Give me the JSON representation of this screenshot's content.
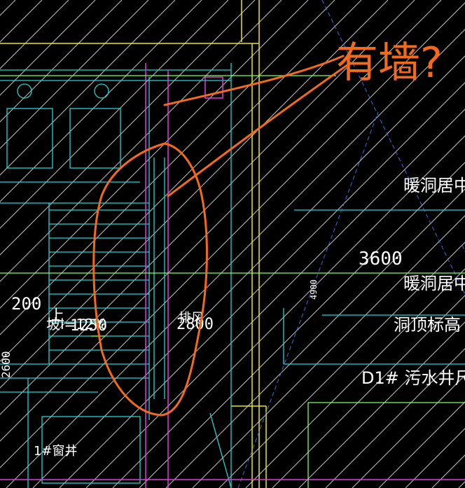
{
  "drawing": {
    "annotation_text": "有墙?",
    "labels": {
      "dim_3600": "3600",
      "dim_4900": "4900",
      "dim_200": "200",
      "dim_2800": "2800",
      "stair_up": "上",
      "stair_slope": "坡i=12%",
      "dim_1250": "1250",
      "dim_2600": "2600",
      "well_1": "1#窗井",
      "well_label": "排风",
      "right_1": "暖洞居中",
      "right_2": "暖洞居中",
      "right_3": "洞顶标高",
      "right_4": "D1# 污水井尺"
    },
    "colors": {
      "background": "#000000",
      "hatch": "#e6e6e6",
      "cyan": "#22d3d3",
      "green": "#7cff5a",
      "yellow": "#e8e81a",
      "magenta": "#e03bdc",
      "annotation": "#f26b1d"
    }
  }
}
